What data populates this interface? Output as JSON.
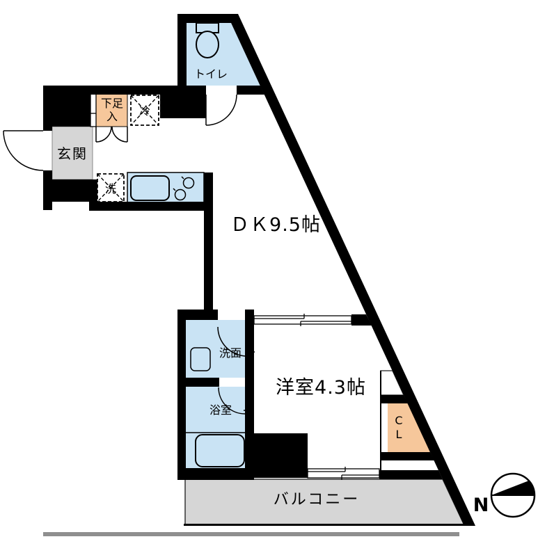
{
  "floorplan": {
    "rooms": {
      "toilet": {
        "label": "トイレ"
      },
      "shoe_box": {
        "line1": "下足",
        "line2": "入"
      },
      "fridge_space": {
        "label": "冷"
      },
      "entrance": {
        "label": "玄関"
      },
      "washer_space": {
        "label": "洗"
      },
      "dining_kitchen": {
        "label": "ＤＫ9.5帖"
      },
      "washroom": {
        "label": "洗面"
      },
      "bathroom": {
        "label": "浴室"
      },
      "western_room": {
        "label": "洋室4.3帖"
      },
      "closet": {
        "line1": "C",
        "line2": "L"
      },
      "balcony": {
        "label": "バルコニー"
      }
    },
    "compass": {
      "label": "N"
    },
    "colors": {
      "water_blue": "#c9e3f4",
      "storage_orange": "#f6c79b",
      "room_gray": "#d6d6d6",
      "wall_black": "#000000",
      "ground_gray": "#8f8f8f"
    }
  }
}
